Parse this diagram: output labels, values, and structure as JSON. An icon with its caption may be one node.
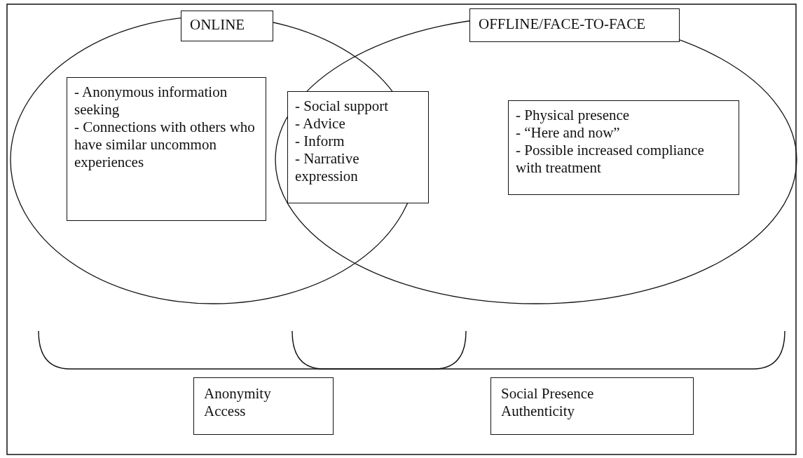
{
  "diagram": {
    "nodes": [
      {
        "text": [
          "ONLINE"
        ]
      },
      {
        "text": [
          "OFFLINE/FACE-TO-FACE"
        ]
      },
      {
        "text": [
          "- Anonymous information seeking",
          "- Connections with others who have similar uncommon experiences"
        ]
      },
      {
        "text": [
          "- Social support",
          "- Advice",
          "- Inform",
          "- Narrative expression"
        ]
      },
      {
        "text": [
          "- Physical presence",
          "- “Here and now”",
          "- Possible increased compliance with treatment"
        ]
      },
      {
        "text": [
          "Anonymity",
          "Access"
        ]
      },
      {
        "text": [
          "Social Presence",
          "Authenticity"
        ]
      }
    ]
  }
}
